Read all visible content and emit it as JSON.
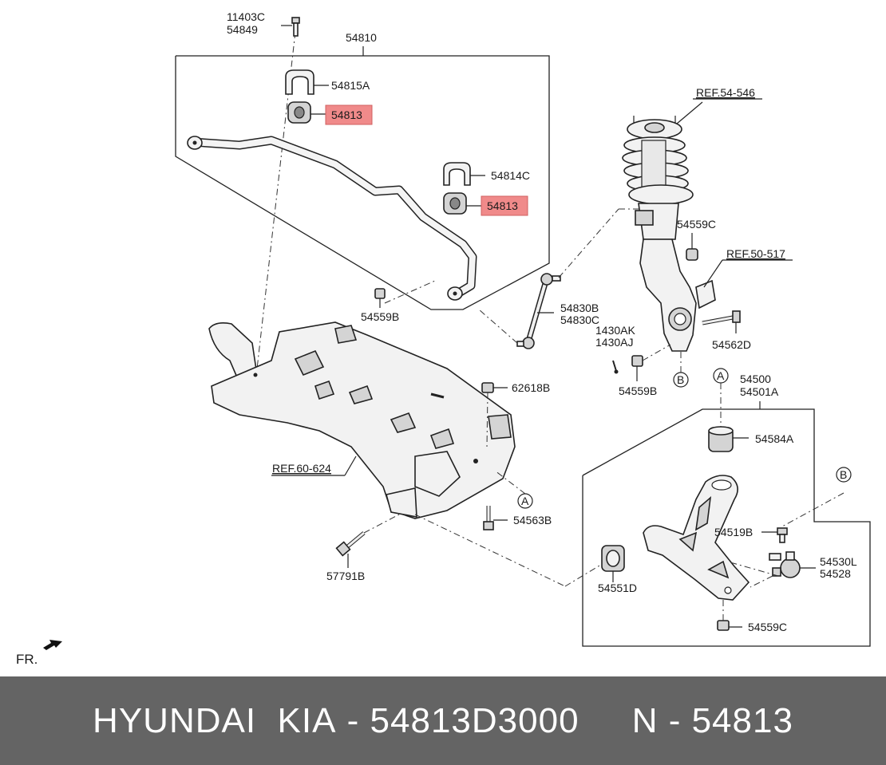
{
  "callouts": {
    "p11403c": "11403C",
    "p54849": "54849",
    "p54810": "54810",
    "p54815a": "54815A",
    "p54813_upper": "54813",
    "p54814c": "54814C",
    "p54813_lower": "54813",
    "p54559b_a": "54559B",
    "p54830b": "54830B",
    "p54830c": "54830C",
    "ref54546": "REF.54-546",
    "p54559c_a": "54559C",
    "ref50517": "REF.50-517",
    "p1430ak": "1430AK",
    "p1430aj": "1430AJ",
    "p54562d": "54562D",
    "p54559b_b": "54559B",
    "marker_b1": "B",
    "p62618b": "62618B",
    "ref60624": "REF.60-624",
    "marker_a1": "A",
    "p54563b": "54563B",
    "p57791b": "57791B",
    "marker_a2": "A",
    "p54500": "54500",
    "p54501a": "54501A",
    "p54584a": "54584A",
    "marker_b2": "B",
    "p54519b": "54519B",
    "p54530l": "54530L",
    "p54528": "54528",
    "p54551d": "54551D",
    "p54559c_b": "54559C",
    "fr": "FR."
  },
  "highlight_color": "#f08a8a",
  "footer": {
    "brand": "HYUNDAI  KIA",
    "part_number": "54813D3000",
    "short_number": "54813",
    "separator": " - ",
    "prefix": "N"
  }
}
